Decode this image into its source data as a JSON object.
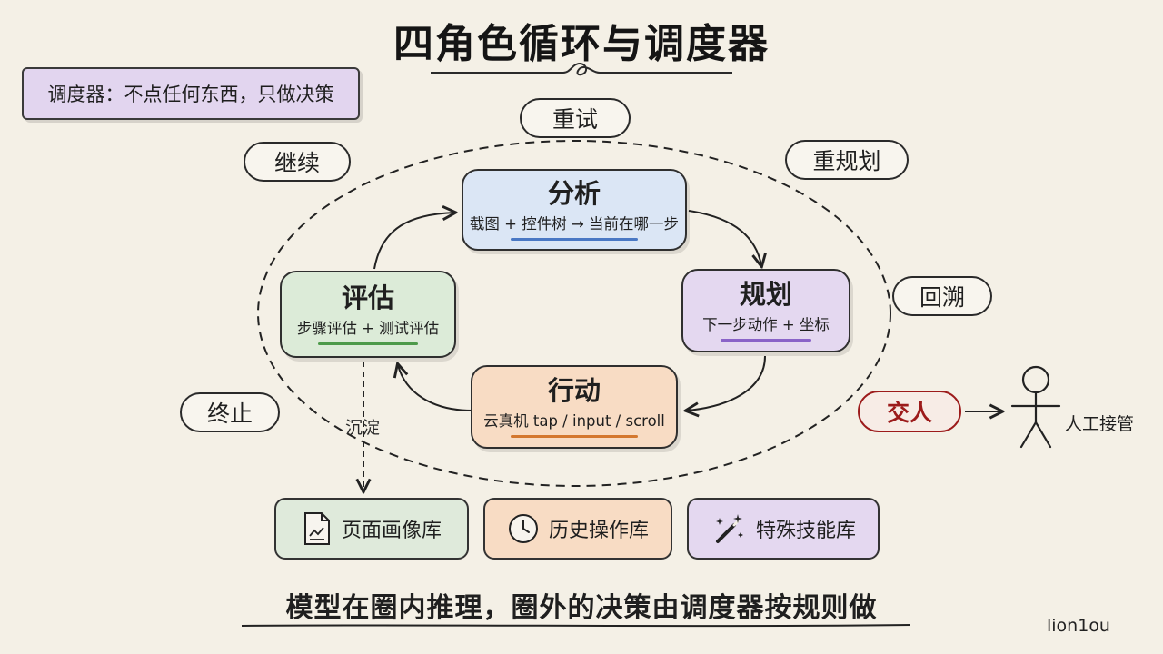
{
  "title": "四角色循环与调度器",
  "scheduler_note": "调度器：不点任何东西，只做决策",
  "decisions": {
    "retry": "重试",
    "continue": "继续",
    "replan": "重规划",
    "backtrack": "回溯",
    "terminate": "终止",
    "handoff": "交人"
  },
  "nodes": {
    "analyze": {
      "title": "分析",
      "subtitle": "截图 + 控件树 → 当前在哪一步"
    },
    "plan": {
      "title": "规划",
      "subtitle": "下一步动作 + 坐标"
    },
    "act": {
      "title": "行动",
      "subtitle": "云真机 tap / input / scroll"
    },
    "evaluate": {
      "title": "评估",
      "subtitle": "步骤评估 + 测试评估"
    }
  },
  "deposit_label": "沉淀",
  "human_takeover_label": "人工接管",
  "libraries": [
    {
      "label": "页面画像库",
      "icon": "document-chart-icon"
    },
    {
      "label": "历史操作库",
      "icon": "clock-icon"
    },
    {
      "label": "特殊技能库",
      "icon": "magic-wand-icon"
    }
  ],
  "footer": "模型在圈内推理，圈外的决策由调度器按规则做",
  "signature": "lion1ou",
  "colors": {
    "analyze_bg": "#dbe6f5",
    "plan_bg": "#e4d8f0",
    "act_bg": "#f8dcc4",
    "evaluate_bg": "#dcebd8",
    "analyze_line": "#4a78c4",
    "plan_line": "#8a63c8",
    "act_line": "#d4782f",
    "evaluate_line": "#4d9a4a",
    "handoff_red": "#9c1b1b"
  }
}
